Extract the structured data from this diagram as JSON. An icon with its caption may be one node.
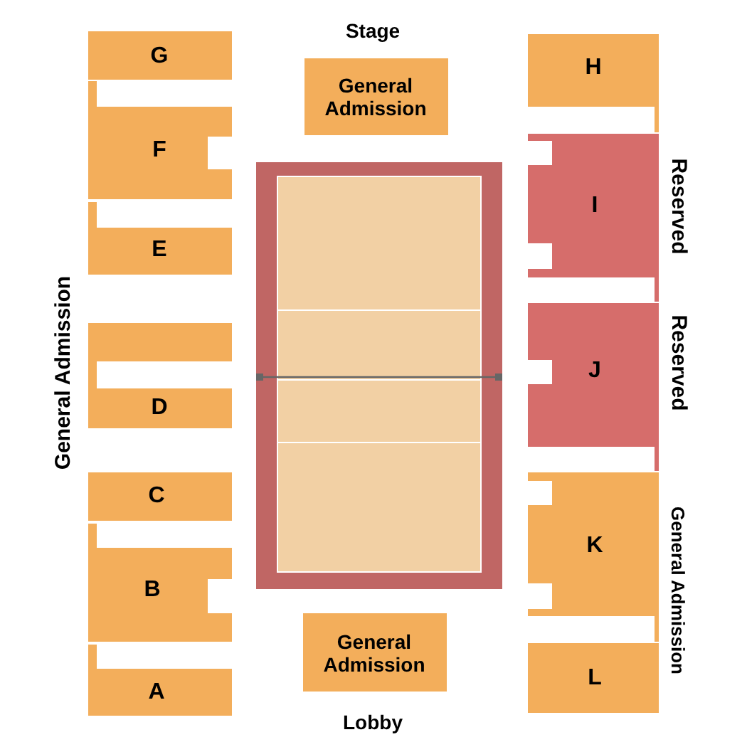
{
  "diagram": {
    "nodes": [
      {
        "text": [
          "G"
        ]
      },
      {
        "text": [
          "General Admission"
        ]
      },
      {
        "text": [
          "H"
        ]
      },
      {
        "text": [
          "F"
        ]
      },
      {
        "text": [
          "I"
        ]
      },
      {
        "text": [
          "E"
        ]
      },
      {
        "text": [
          "D"
        ]
      },
      {
        "text": [
          "J"
        ]
      },
      {
        "text": [
          "C"
        ]
      },
      {
        "text": [
          "K"
        ]
      },
      {
        "text": [
          "B"
        ]
      },
      {
        "text": [
          "L"
        ]
      },
      {
        "text": [
          "General Admission"
        ]
      },
      {
        "text": [
          "A"
        ]
      }
    ],
    "labels": [
      "Stage",
      "General Admission",
      "Reserved",
      "Reserved",
      "General Admission",
      "Lobby"
    ]
  }
}
